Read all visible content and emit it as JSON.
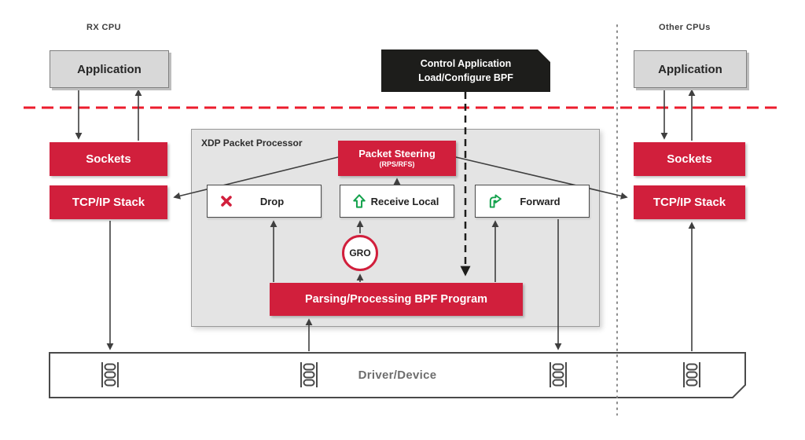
{
  "labels": {
    "rx_cpu": "RX CPU",
    "other_cpus": "Other CPUs"
  },
  "user_space": {
    "application_left": "Application",
    "application_right": "Application",
    "control_application": {
      "line1": "Control Application",
      "line2": "Load/Configure BPF"
    }
  },
  "network_stack": {
    "left": {
      "sockets": "Sockets",
      "tcpip": "TCP/IP Stack"
    },
    "right": {
      "sockets": "Sockets",
      "tcpip": "TCP/IP Stack"
    }
  },
  "xdp": {
    "title": "XDP Packet Processor",
    "packet_steering": {
      "title": "Packet Steering",
      "subtitle": "(RPS/RFS)"
    },
    "actions": {
      "drop": "Drop",
      "receive_local": "Receive Local",
      "forward": "Forward"
    },
    "gro": "GRO",
    "bpf_program": "Parsing/Processing BPF Program"
  },
  "driver": {
    "label": "Driver/Device"
  },
  "icons": {
    "drop": "x-cross-icon",
    "receive_local": "up-arrow-outline-icon",
    "forward": "turn-right-arrow-outline-icon",
    "queue": "nic-queue-icon"
  },
  "colors": {
    "accent_red": "#d11f3c",
    "boundary_red": "#ec1c2d",
    "dark": "#1d1d1b",
    "green": "#12a14b",
    "panel_gray": "#e4e4e4",
    "box_gray": "#d8d8d8"
  }
}
